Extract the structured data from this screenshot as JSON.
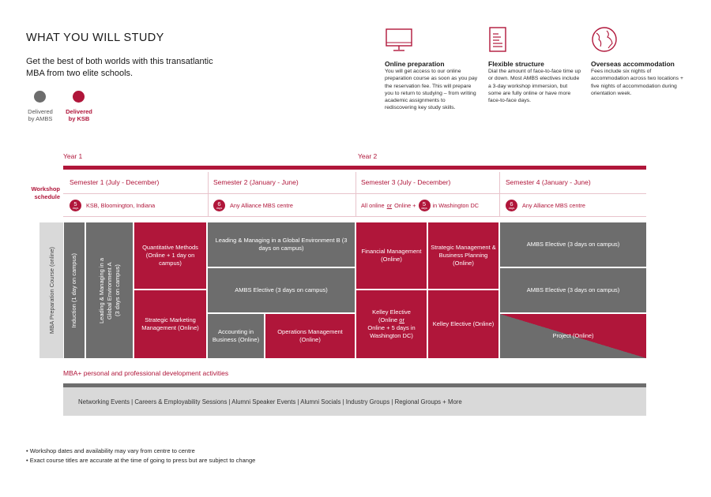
{
  "header": {
    "title": "WHAT YOU WILL STUDY",
    "subtitle": "Get the best of both worlds with this transatlantic MBA from two elite schools."
  },
  "legend": {
    "ambs": {
      "line1": "Delivered",
      "line2": "by AMBS",
      "color": "#6d6d6d"
    },
    "ksb": {
      "line1": "Delivered",
      "line2": "by KSB",
      "color": "#b0163a"
    }
  },
  "features": [
    {
      "icon": "monitor-icon",
      "title": "Online preparation",
      "text": "You will get access to our online preparation course as soon as you pay the reservation fee. This will prepare you to return to studying – from writing academic assignments to rediscovering key study skills."
    },
    {
      "icon": "calendar-list-icon",
      "title": "Flexible structure",
      "text": "Dial the amount of face-to-face time up or down. Most AMBS electives include a 3-day workshop immersion, but some are fully online or have more face-to-face days."
    },
    {
      "icon": "globe-icon",
      "title": "Overseas accommodation",
      "text": "Fees include six nights of accommodation across two locations + five nights of accommodation during orientation week."
    }
  ],
  "years": [
    "Year 1",
    "Year 2"
  ],
  "semesters": [
    "Semester 1 (July - December)",
    "Semester 2 (January - June)",
    "Semester 3 (July - December)",
    "Semester 4 (January - June)"
  ],
  "workshop": {
    "label": "Workshop schedule",
    "badge_unit": "days",
    "s1": {
      "days": "5",
      "text": "KSB, Bloomington, Indiana"
    },
    "s2": {
      "days": "6",
      "text": "Any Alliance MBS centre"
    },
    "s3": {
      "prefix": "All online",
      "or": "or",
      "mid": "Online +",
      "days": "5",
      "text": "in Washington DC"
    },
    "s4": {
      "days": "6",
      "text": "Any Alliance MBS centre"
    }
  },
  "grid": {
    "prep": "MBA Preparation Course (online)",
    "induction": "Induction (1 day on campus)",
    "lmga": "Leading & Managing in a\nGlobal Environment A\n(3 days on campus)",
    "quant": "Quantitative Methods (Online + 1 day on campus)",
    "smm": "Strategic Marketing Management (Online)",
    "lmgb": "Leading & Managing in a Global Environment B (3 days on campus)",
    "ambs_s2": "AMBS Elective (3 days on campus)",
    "accounting": "Accounting in Business (Online)",
    "operations": "Operations Management (Online)",
    "finance": "Financial Management (Online)",
    "kelley1": {
      "l1": "Kelley Elective",
      "l2a": "(Online ",
      "or": "or",
      "l3": "Online + 5 days in Washington DC)"
    },
    "smbp": "Strategic Management & Business Planning (Online)",
    "kelley2": "Kelley Elective (Online)",
    "ambs_s4a": "AMBS Elective (3 days on campus)",
    "ambs_s4b": "AMBS Elective (3 days on campus)",
    "project": "Project (Online)"
  },
  "mba_plus": {
    "title": "MBA+ personal and professional development activities",
    "activities": "Networking Events | Careers & Employability Sessions | Alumni Speaker Events | Alumni Socials | Industry Groups | Regional Groups + More"
  },
  "notes": [
    "• Workshop dates and availability may vary from centre to centre",
    "• Exact course titles are accurate at the time of going to press but are subject to change"
  ]
}
